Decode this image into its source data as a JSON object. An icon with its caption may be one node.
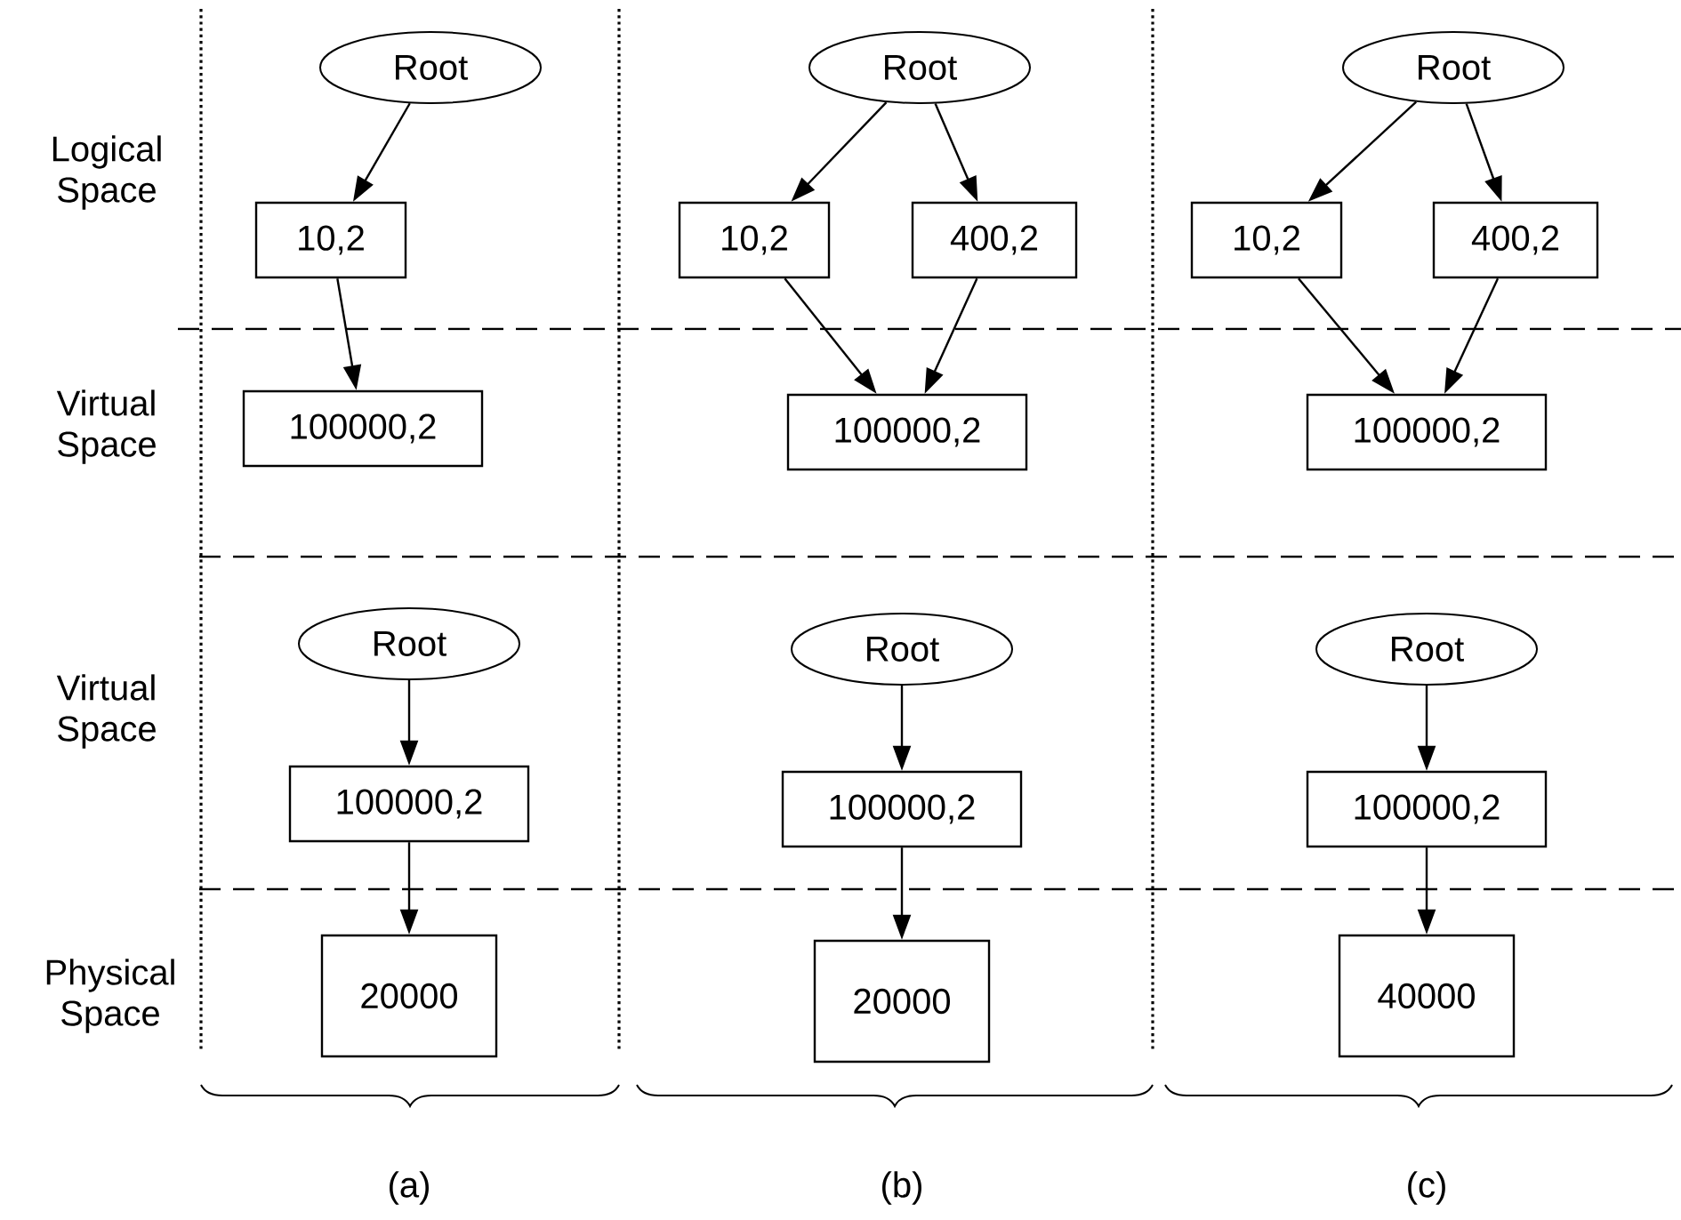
{
  "diagram": {
    "nodes": [
      {
        "text": [
          "Root"
        ]
      },
      {
        "text": [
          "10,2"
        ]
      },
      {
        "text": [
          "100000,2"
        ]
      },
      {
        "text": [
          "Root"
        ]
      },
      {
        "text": [
          "10,2"
        ]
      },
      {
        "text": [
          "400,2"
        ]
      },
      {
        "text": [
          "100000,2"
        ]
      },
      {
        "text": [
          "Root"
        ]
      },
      {
        "text": [
          "10,2"
        ]
      },
      {
        "text": [
          "400,2"
        ]
      },
      {
        "text": [
          "100000,2"
        ]
      },
      {
        "text": [
          "Root"
        ]
      },
      {
        "text": [
          "100000,2"
        ]
      },
      {
        "text": [
          "20000"
        ]
      },
      {
        "text": [
          "Root"
        ]
      },
      {
        "text": [
          "100000,2"
        ]
      },
      {
        "text": [
          "20000"
        ]
      },
      {
        "text": [
          "Root"
        ]
      },
      {
        "text": [
          "100000,2"
        ]
      },
      {
        "text": [
          "40000"
        ]
      }
    ],
    "edges": [
      {
        "from": 0,
        "to": 1,
        "arrow": "to"
      },
      {
        "from": 1,
        "to": 2,
        "arrow": "to"
      },
      {
        "from": 3,
        "to": 4,
        "arrow": "to"
      },
      {
        "from": 3,
        "to": 5,
        "arrow": "to"
      },
      {
        "from": 4,
        "to": 6,
        "arrow": "to"
      },
      {
        "from": 5,
        "to": 6,
        "arrow": "to"
      },
      {
        "from": 7,
        "to": 8,
        "arrow": "to"
      },
      {
        "from": 7,
        "to": 9,
        "arrow": "to"
      },
      {
        "from": 8,
        "to": 10,
        "arrow": "to"
      },
      {
        "from": 9,
        "to": 10,
        "arrow": "to"
      },
      {
        "from": 11,
        "to": 12,
        "arrow": "to"
      },
      {
        "from": 12,
        "to": 13,
        "arrow": "to"
      },
      {
        "from": 14,
        "to": 15,
        "arrow": "to"
      },
      {
        "from": 15,
        "to": 16,
        "arrow": "to"
      },
      {
        "from": 17,
        "to": 18,
        "arrow": "to"
      },
      {
        "from": 18,
        "to": 19,
        "arrow": "to"
      }
    ],
    "labels": [
      "Logical Space",
      "Virtual Space",
      "Virtual Space",
      "Physical Space",
      "(a)",
      "(b)",
      "(c)"
    ]
  }
}
